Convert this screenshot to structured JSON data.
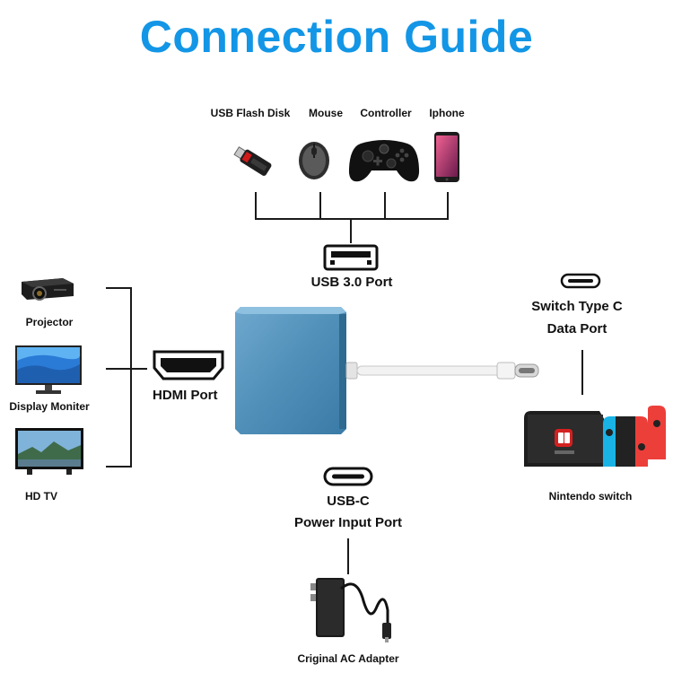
{
  "title": "Connection Guide",
  "colors": {
    "title": "#1396e6",
    "hub": "#4f8fb8",
    "hub_dark": "#2f6a90",
    "lines": "#1a1a1a",
    "joycon_left": "#1ab3e6",
    "joycon_right": "#ec3f3a"
  },
  "usb_devices": [
    {
      "label": "USB Flash Disk",
      "icon": "usb-flash-disk-icon"
    },
    {
      "label": "Mouse",
      "icon": "mouse-icon"
    },
    {
      "label": "Controller",
      "icon": "game-controller-icon"
    },
    {
      "label": "Iphone",
      "icon": "smartphone-icon"
    }
  ],
  "hdmi_devices": [
    {
      "label": "Projector",
      "icon": "projector-icon"
    },
    {
      "label": "Display Moniter",
      "icon": "monitor-icon"
    },
    {
      "label": "HD TV",
      "icon": "tv-icon"
    }
  ],
  "ports": {
    "usb3": "USB 3.0 Port",
    "hdmi": "HDMI Port",
    "type_c_line1": "Switch Type C",
    "type_c_line2": "Data Port",
    "power_line1": "USB-C",
    "power_line2": "Power Input Port"
  },
  "switch_label": "Nintendo switch",
  "adapter_label": "Criginal AC Adapter"
}
